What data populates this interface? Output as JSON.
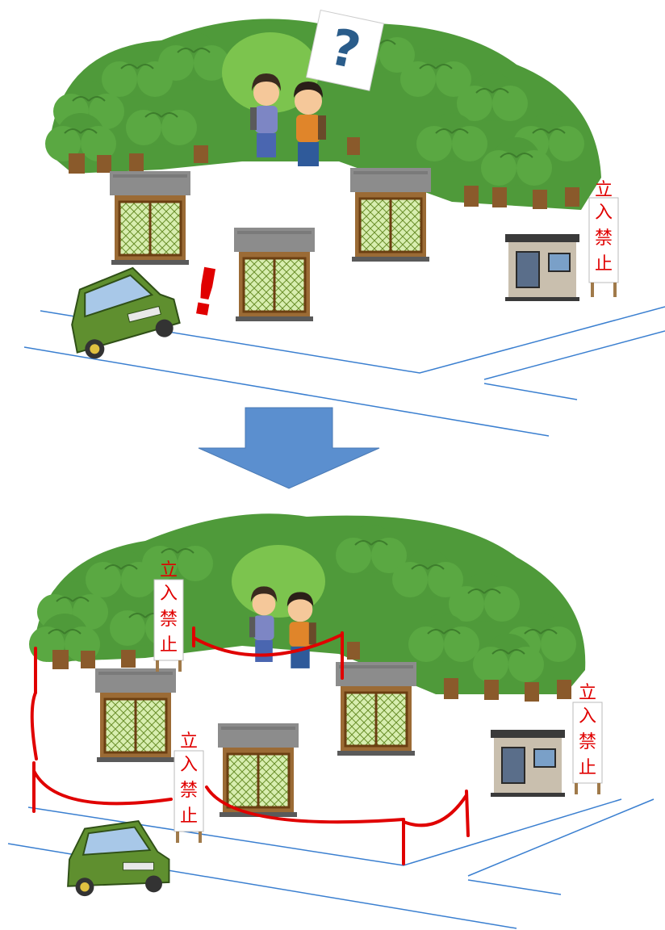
{
  "scenes": {
    "before": {
      "question_mark": "?",
      "exclamation_mark": "!",
      "signs": [
        {
          "chars": [
            "立",
            "入",
            "禁",
            "止"
          ]
        }
      ]
    },
    "after": {
      "signs": [
        {
          "chars": [
            "立",
            "入",
            "禁",
            "止"
          ]
        },
        {
          "chars": [
            "立",
            "入",
            "禁",
            "止"
          ]
        },
        {
          "chars": [
            "立",
            "入",
            "禁",
            "止"
          ]
        }
      ]
    }
  },
  "colors": {
    "forest": "#4f9a3a",
    "forest_light": "#6fbf4a",
    "trunk": "#8a5a2b",
    "roof": "#8c8c8c",
    "wall": "#9b6b35",
    "window": "#cfe8a0",
    "car": "#5f8f2f",
    "road_line": "#3a7fd0",
    "rope": "#e00000",
    "arrow": "#5b8fcf",
    "sign_text": "#e00000"
  },
  "icons": [
    "forest-icon",
    "hiker-girl-icon",
    "hiker-boy-icon",
    "house-icon",
    "shed-icon",
    "car-icon",
    "sign-icon",
    "arrow-down-icon",
    "rope-barrier-icon"
  ]
}
